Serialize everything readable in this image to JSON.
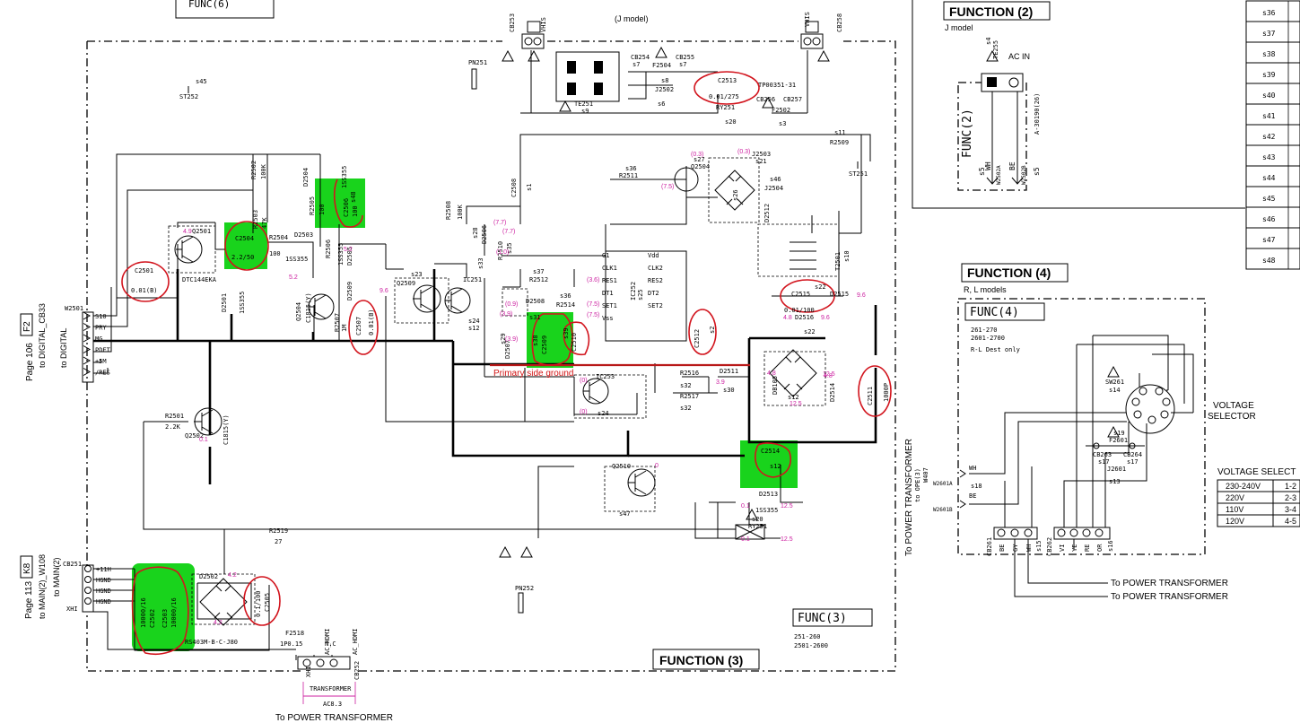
{
  "titles": {
    "function_top_left": "FUNC(6)",
    "function2": "FUNCTION (2)",
    "function3": "FUNCTION (3)",
    "function4": "FUNCTION (4)",
    "func3_box": "FUNC(3)",
    "func4_box": "FUNC(4)",
    "func2_vertical": "FUNC(2)"
  },
  "function2": {
    "model": "J model",
    "ac_in": "AC IN",
    "connector": "TE255",
    "s4": "s4",
    "s5a": "s5",
    "s5b": "s5",
    "wh": "WH",
    "be": "BE",
    "w2502a": "W2502A",
    "w2502b": "W2502B",
    "part_ref": "A-30190(26)"
  },
  "function4": {
    "models": "R, L models",
    "range1": "261-270",
    "range2": "2601-2700",
    "note": "R-L Dest only",
    "voltage_selector": "VOLTAGE\nSELECTOR",
    "voltage_selector_l1": "VOLTAGE",
    "voltage_selector_l2": "SELECTOR",
    "sw": "SW261",
    "sw_s": "s14",
    "fuse": "F2601",
    "fuse_s": "s19",
    "cb263": "CB263",
    "cb264": "CB264",
    "s17a": "s17",
    "s17b": "s17",
    "j2601": "J2601",
    "s13": "s13",
    "s18": "s18",
    "w2601a": "W2601A",
    "w2601b": "W2601B",
    "wh": "WH",
    "be": "BE",
    "cb261": "CB261",
    "cb261_pins": [
      "BE",
      "GY",
      "WH"
    ],
    "s15": "s15",
    "cb262": "CB262",
    "cb262_pins": [
      "VI",
      "YE",
      "RE",
      "OR"
    ],
    "s16": "s16",
    "to_power1": "To POWER TRANSFORMER",
    "to_power2": "To POWER TRANSFORMER",
    "to_power_vertical": "To POWER TRANSFORMER",
    "to_ope": "to OPE(3)",
    "w407": "W407"
  },
  "voltage_table": {
    "title": "VOLTAGE SELECT",
    "rows": [
      {
        "v": "230-240V",
        "p": "1-2"
      },
      {
        "v": "220V",
        "p": "2-3"
      },
      {
        "v": "110V",
        "p": "3-4"
      },
      {
        "v": "120V",
        "p": "4-5"
      }
    ]
  },
  "side_table": {
    "rows": [
      "s36",
      "s37",
      "s38",
      "s39",
      "s40",
      "s41",
      "s42",
      "s43",
      "s44",
      "s45",
      "s46",
      "s47",
      "s48"
    ]
  },
  "left_labels": {
    "page106": "Page 106",
    "f2": "F2",
    "to_digital_cb33": "to DIGITAL_CB33",
    "to_digital": "to DIGITAL",
    "w2501": "W2501",
    "pins": [
      "S10",
      "PRY",
      "MG",
      "PDET",
      "+5M",
      "/RES"
    ],
    "page113": "Page 113",
    "k8": "K8",
    "to_main": "to MAIN(2)_W108",
    "to_main2": "to MAIN(2)",
    "xhi": "XHI",
    "cb251": "CB251",
    "cb251_pins": [
      "+11H",
      "HGND",
      "HGND",
      "HGND"
    ]
  },
  "components": {
    "c2501": "C2501",
    "c2501_v": "0.01(B)",
    "q2501": "Q2501",
    "dtc": "DTC144EKA",
    "c2504": "C2504",
    "c2504_v": "2.2/50",
    "r2502": "R2502",
    "r2502_v": "100K",
    "d2504": "D2504",
    "d2504_type": "1SS355",
    "r2503": "R2503",
    "r2503_v": "47K",
    "r2504": "R2504",
    "r2504_v": "100",
    "d2503": "D2503",
    "d2503_type": "1SS355",
    "r2505": "R2505",
    "r2505_v": "100",
    "c2506": "C2506",
    "c2506_v": "100",
    "s48": "s48",
    "d2501": "D2501",
    "d2501_type": "1SS355",
    "q2504": "Q2504",
    "q2504_type": "C1815(Y)",
    "r2506": "R2506",
    "d2505": "D2505",
    "d2505_type": "1SS355",
    "d2509": "D2509",
    "r2507": "R2507",
    "r2507_v": "1M",
    "c2507": "C2507",
    "c2507_v": "0.01(B)",
    "q2509": "Q2509",
    "s23": "s23",
    "r2508": "R2508",
    "r2508_v": "100K",
    "ic251": "IC251",
    "s24": "s24",
    "s12": "s12",
    "d2506": "D2506",
    "s28": "s28",
    "r2510": "R2510",
    "s35": "s35",
    "s33": "s33",
    "c2508": "C2508",
    "s1": "s1",
    "pn251": "PN251",
    "st252": "ST252",
    "s45": "s45",
    "cb253": "CB253",
    "vhis": "VHIS",
    "cb258": "CB258",
    "vhis2": "VHIS",
    "j_model": "(J model)",
    "te251": "TE251",
    "s9": "s9",
    "cb254": "CB254",
    "cb255": "CB255",
    "s7a": "s7",
    "s7b": "s7",
    "f2504": "F2504",
    "s8": "s8",
    "j2502": "J2502",
    "s6": "s6",
    "c2513": "C2513",
    "c2513_v": "0.01/275",
    "tp": "TP00351-31",
    "cb256": "CB256",
    "cb257": "CB257",
    "ry251": "RY251",
    "s20": "s20",
    "f2502": "F2502",
    "s3": "s3",
    "s11": "s11",
    "r2509": "R2509",
    "st251": "ST251",
    "r2511": "R2511",
    "s36": "s36",
    "s27": "s27",
    "q2504b": "Q2504",
    "s21": "s21",
    "j2503": "J2503",
    "s46": "s46",
    "s26": "s26",
    "j2504": "J2504",
    "d2512": "D2512",
    "t2501": "T2501",
    "s10": "s10",
    "ic252": "IC252",
    "s25": "s25",
    "ic_pins_left": [
      "G1",
      "CLK1",
      "RES1",
      "DT1",
      "SET1",
      "Vss"
    ],
    "ic_pins_right": [
      "Vdd",
      "CLK2",
      "RES2",
      "DT2",
      "SET2"
    ],
    "r2512": "R2512",
    "s37": "s37",
    "s36b": "s36",
    "r2514": "R2514",
    "d2508": "D2508",
    "s31": "s31",
    "d2507": "D2507",
    "s29": "s29",
    "c2509": "C2509",
    "s38": "s38",
    "c2510": "C2510",
    "s39": "s39",
    "c2512": "C2512",
    "s2": "s2",
    "primary_ground": "Primary side ground",
    "c2515": "C2515",
    "c2515_v": "0.01/100",
    "d2515": "D2515",
    "s22": "s22",
    "d2516": "D2516",
    "s22b": "s22",
    "c2511": "C2511",
    "c2511_v": "1000P",
    "db105": "DB105",
    "d2514": "D2514",
    "s12b": "s12",
    "s30": "s30",
    "d2511": "D2511",
    "r2516": "R2516",
    "s32": "s32",
    "r2517": "R2517",
    "s32b": "s32",
    "ic253": "IC253",
    "s24b": "s24",
    "c2514": "C2514",
    "s12c": "s12",
    "q2510": "Q2510",
    "s47": "s47",
    "d2513": "D2513",
    "d2513_type": "1SS355",
    "ry251b": "RY251",
    "s20b": "s20",
    "r2501": "R2501",
    "r2501_v": "2.2K",
    "q2502": "Q2502",
    "q2502_type": "C1815(Y)",
    "r2519": "R2519",
    "r2519_v": "27",
    "d2502": "D2502",
    "d2502_type": "RS403M-B-C-J80",
    "c2502": "C2502",
    "c2502_v": "10000/16",
    "c2503": "C2503",
    "c2503_v": "10000/16",
    "c2505": "C2505",
    "c2505_v": "0.1/100",
    "f2518": "F2518",
    "f2518_v": "1P0.15",
    "pn252": "PN252",
    "cb252": "CB252",
    "xhi_bottom": "XHI",
    "ac_hdmi1": "AC_HDMI",
    "ac_hdmi2": "AC_HDMI",
    "nc": "N.C",
    "transformer": "TRANSFORMER",
    "ac83": "AC8.3",
    "to_power_bottom": "To POWER TRANSFORMER",
    "range_a": "251-260",
    "range_b": "2501-2600"
  },
  "voltages": [
    "4.9",
    "5.2",
    "5.2",
    "9.6",
    "(7.7)",
    "(7.7)",
    "(1.0)",
    "(0.9)",
    "(3.9)",
    "(3.9)",
    "(3.6)",
    "(7.5)",
    "(7.5)",
    "(0.3)",
    "(7.5)",
    "(0.3)",
    "4.8",
    "9.6",
    "9.6",
    "12.5",
    "4.8",
    "12.5",
    "3.9",
    "4.8",
    "0",
    "0.1",
    "12.5",
    "0.1",
    "12.5",
    "4.2",
    "4.2",
    "0.1",
    "(0)",
    "(0)"
  ],
  "colors": {
    "highlight": "#19d31c",
    "circle": "#d2141d",
    "voltage": "#cc1fa0",
    "primary_ground_line": "#b81818"
  }
}
